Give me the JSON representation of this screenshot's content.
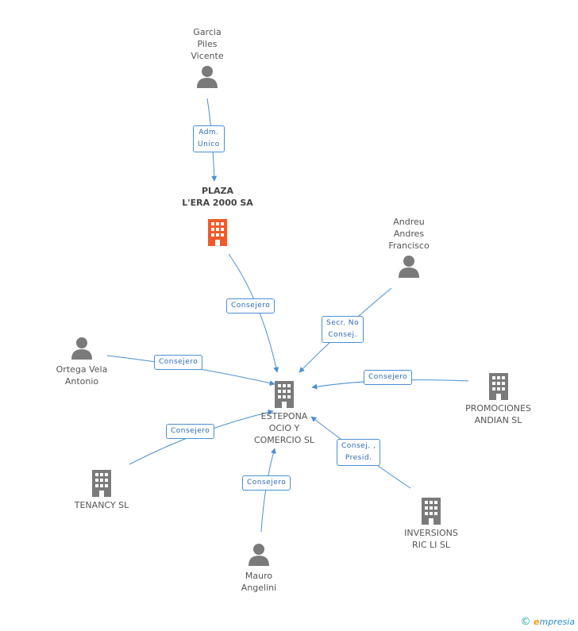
{
  "nodes": {
    "garcia": "Garcia\nPiles\nVicente",
    "plaza": "PLAZA\nL'ERA 2000 SA",
    "andreu": "Andreu\nAndres\nFrancisco",
    "ortega": "Ortega Vela\nAntonio",
    "estepona": "ESTEPONA\nOCIO Y\nCOMERCIO SL",
    "promociones": "PROMOCIONES\nANDIAN SL",
    "tenancy": "TENANCY SL",
    "inversiones": "INVERSIONS\nRIC LI SL",
    "mauro": "Mauro\nAngelini"
  },
  "labels": {
    "adm": "Adm.\nUnico",
    "consejero1": "Consejero",
    "secr": "Secr. No\nConsej.",
    "consejero2": "Consejero",
    "consejero3": "Consejero",
    "consejero4": "Consejero",
    "consej_presid": "Consej. ,\nPresid.",
    "consejero5": "Consejero"
  },
  "footer": {
    "copyright": "©",
    "brand_e": "e",
    "brand_rest": "mpresia"
  },
  "colors": {
    "edge": "#4a8fd4",
    "icon_gray": "#7a7a7a",
    "icon_highlight": "#f05a28"
  }
}
